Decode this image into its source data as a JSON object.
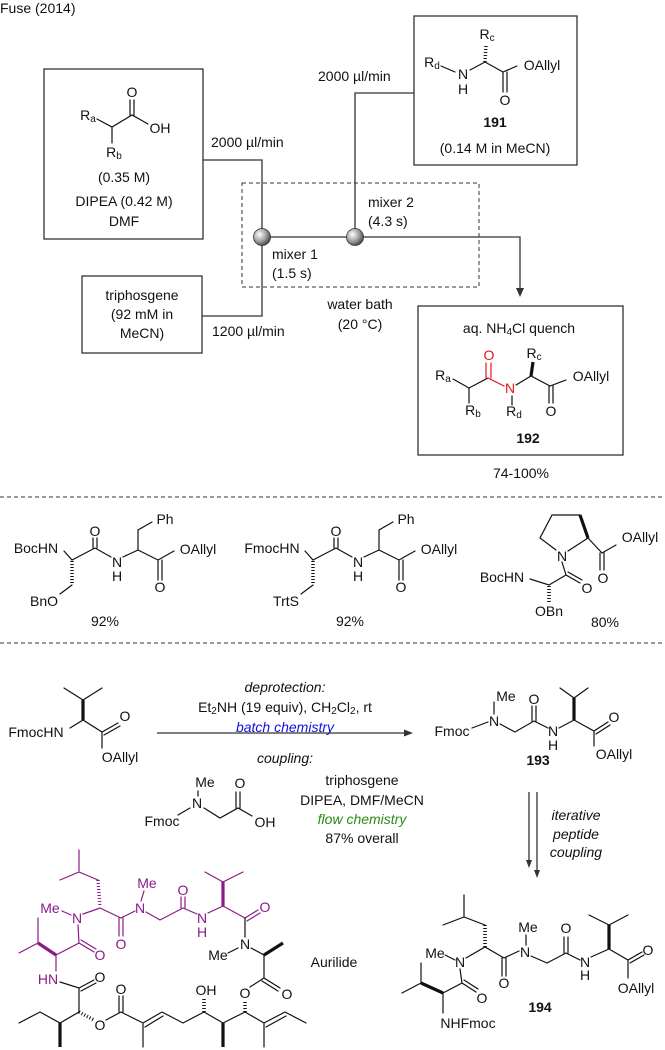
{
  "header": {
    "title": "Fuse (2014)"
  },
  "atoms": {
    "O": "O",
    "OH": "OH",
    "N": "N",
    "H": "H",
    "HN": "HN",
    "OAllyl": "OAllyl",
    "Me": "Me",
    "Ph": "Ph",
    "R": "R",
    "BocHN": "BocHN",
    "FmocHN": "FmocHN",
    "Fmoc": "Fmoc",
    "BnO": "BnO",
    "OBn": "OBn",
    "TrtS": "TrtS",
    "NHFmoc": "NHFmoc"
  },
  "substituents": {
    "a": "a",
    "b": "b",
    "c": "c",
    "d": "d"
  },
  "flow": {
    "acid_feed": {
      "concentration": "(0.35 M)",
      "base": "DIPEA (0.42 M)",
      "solvent": "DMF",
      "flow_rate": "2000 µl/min"
    },
    "amine_feed": {
      "compound": "191",
      "concentration": "(0.14 M in MeCN)",
      "flow_rate": "2000 µl/min"
    },
    "triphosgene_feed": {
      "lines": [
        "triphosgene",
        "(92 mM in",
        "MeCN)"
      ],
      "flow_rate": "1200 µl/min"
    },
    "mixers": [
      {
        "label": "mixer 1",
        "time": "(1.5 s)"
      },
      {
        "label": "mixer 2",
        "time": "(4.3 s)"
      }
    ],
    "water_bath": {
      "label": "water bath",
      "temperature": "(20 °C)"
    },
    "product": {
      "quench": {
        "pre": "aq. NH",
        "sub": "4",
        "post": "Cl quench"
      },
      "compound": "192",
      "yield": "74-100%"
    }
  },
  "examples": [
    {
      "yield": "92%"
    },
    {
      "yield": "92%"
    },
    {
      "yield": "80%"
    }
  ],
  "synthesis": {
    "deprotection": {
      "title": "deprotection:",
      "conditions": [
        "Et",
        "2",
        "NH (19 equiv), CH",
        "2",
        "Cl",
        "2",
        ", rt"
      ],
      "mode": "batch chemistry"
    },
    "coupling": {
      "title": "coupling:",
      "reagents": [
        "triphosgene",
        "DIPEA, DMF/MeCN"
      ],
      "mode": "flow chemistry",
      "yield": "87% overall"
    },
    "compound_193": "193",
    "iterative": [
      "iterative",
      "peptide",
      "coupling"
    ],
    "natural_product": "Aurilide",
    "compound_194": "194"
  },
  "colors": {
    "new_amide_bond": "#e8141b",
    "aurilide_peptide": "#8a1a88",
    "batch": "#1010e0",
    "flow": "#2a8a14"
  }
}
